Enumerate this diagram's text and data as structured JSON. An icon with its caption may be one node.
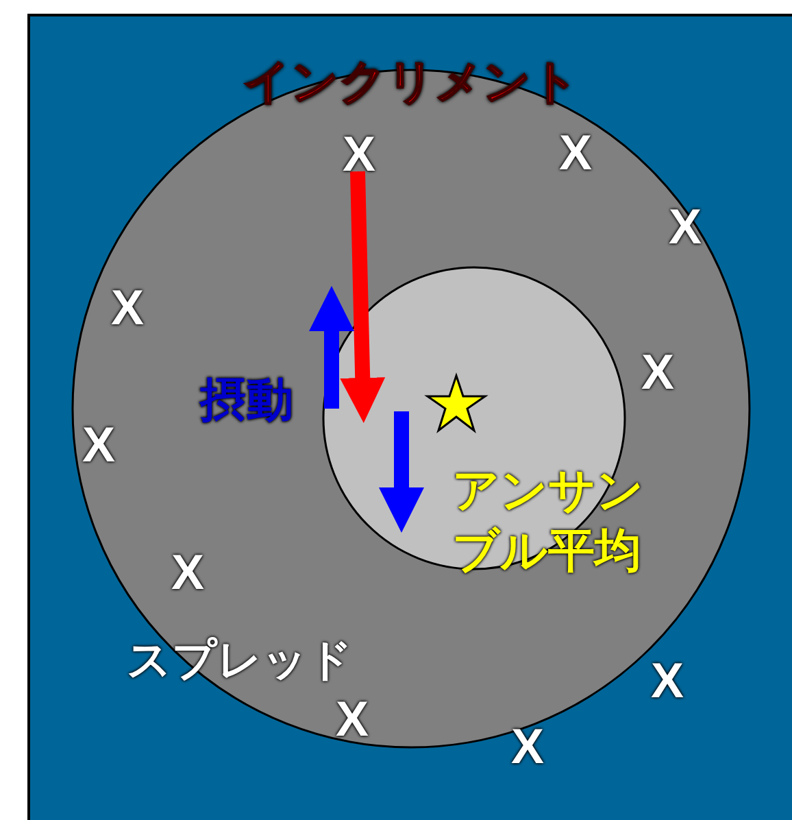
{
  "diagram": {
    "labels": [
      "インクリメント",
      "X",
      "X",
      "X",
      "X",
      "X",
      "摂動",
      "X",
      "アンサンブル平均",
      "X",
      "スプレッド",
      "X",
      "X",
      "X"
    ]
  }
}
